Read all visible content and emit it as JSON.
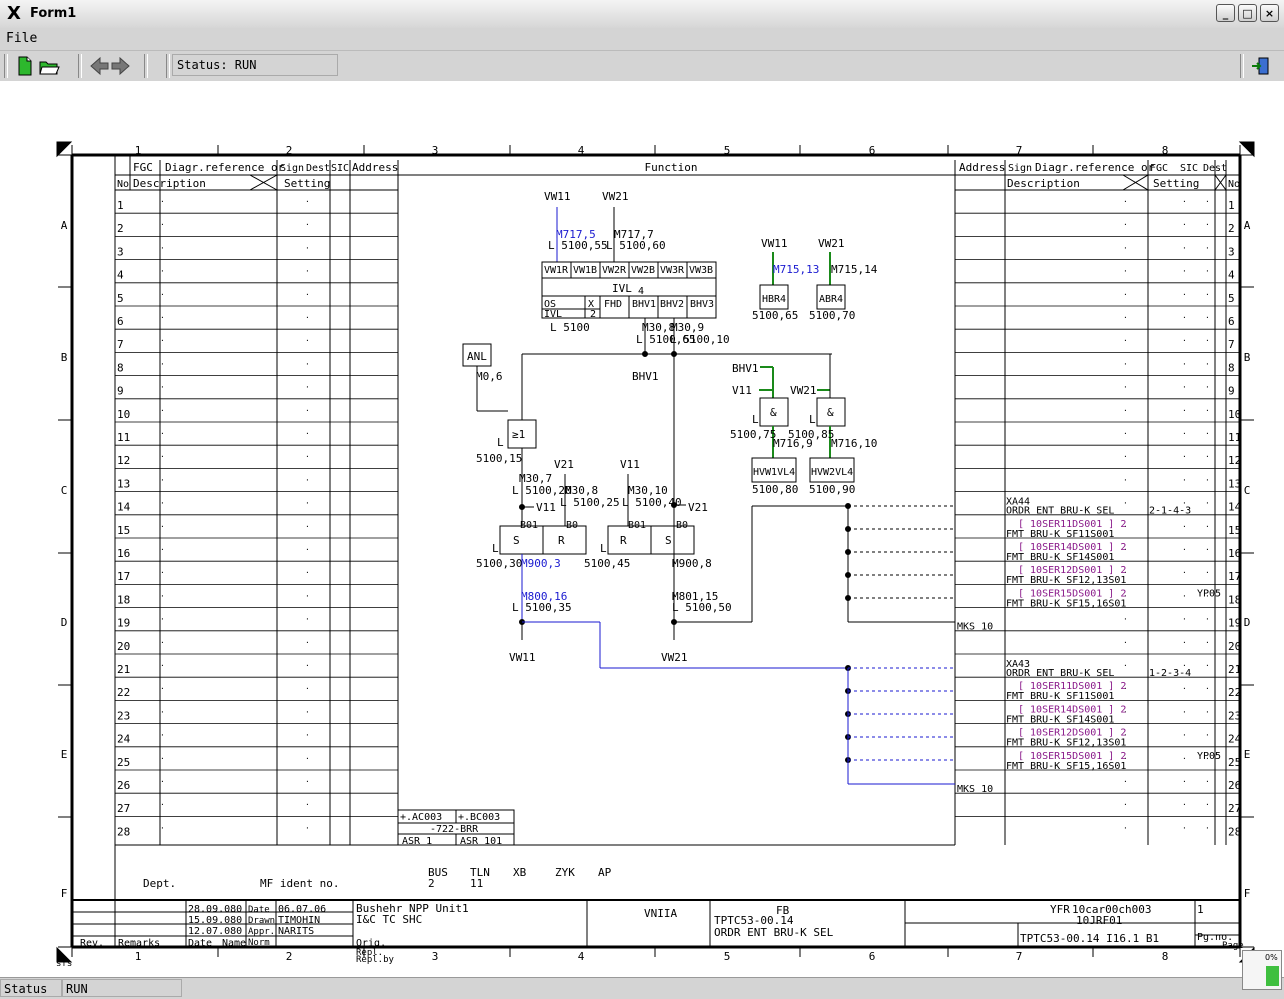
{
  "window": {
    "title": "Form1"
  },
  "menu": {
    "file_label": "File"
  },
  "toolbar": {
    "status_text": "Status: RUN"
  },
  "statusbar": {
    "label": "Status",
    "value": "RUN"
  },
  "progress": {
    "percent_label": "0%",
    "percent": 0
  },
  "sheet": {
    "columns": [
      "1",
      "2",
      "3",
      "4",
      "5",
      "6",
      "7",
      "8"
    ],
    "rows": [
      "A",
      "B",
      "C",
      "D",
      "E",
      "F"
    ],
    "left_header": {
      "fgc": "FGC",
      "diag": "Diagr.reference or",
      "sign": "Sign",
      "dest": "Dest",
      "sic": "SIC",
      "address": "Address",
      "no": "No",
      "description": "Description",
      "setting": "Setting"
    },
    "function_label": "Function",
    "right_header": {
      "address": "Address",
      "sign": "Sign",
      "diag": "Diagr.reference or",
      "fgc": "FGC",
      "sic": "SIC",
      "dest": "Dest",
      "description": "Description",
      "setting": "Setting",
      "no": "No"
    },
    "line_numbers": [
      "1",
      "2",
      "3",
      "4",
      "5",
      "6",
      "7",
      "8",
      "9",
      "10",
      "11",
      "12",
      "13",
      "14",
      "15",
      "16",
      "17",
      "18",
      "19",
      "20",
      "21",
      "22",
      "23",
      "24",
      "25",
      "26",
      "27",
      "28"
    ],
    "right_entries": [
      {
        "row": 14,
        "sign": "XA44",
        "desc": "ORDR ENT BRU-K SEL",
        "setting": "2-1-4-3"
      },
      {
        "row": 15,
        "ref": "[ 10SER11DS001 ]  2",
        "desc": "FMT BRU-K SF11S001"
      },
      {
        "row": 16,
        "ref": "[ 10SER14DS001 ]  2",
        "desc": "FMT BRU-K SF14S001"
      },
      {
        "row": 17,
        "ref": "[ 10SER12DS001 ]  2",
        "desc": "FMT BRU-K SF12,13S01"
      },
      {
        "row": 18,
        "ref": "[ 10SER15DS001 ]  2",
        "desc": "FMT BRU-K SF15,16S01",
        "dest": "YP05"
      },
      {
        "row": 19,
        "address": "MKS 10"
      },
      {
        "row": 21,
        "sign": "XA43",
        "desc": "ORDR ENT BRU-K SEL",
        "setting": "1-2-3-4"
      },
      {
        "row": 22,
        "ref": "[ 10SER11DS001 ]  2",
        "desc": "FMT BRU-K SF11S001"
      },
      {
        "row": 23,
        "ref": "[ 10SER14DS001 ]  2",
        "desc": "FMT BRU-K SF14S001"
      },
      {
        "row": 24,
        "ref": "[ 10SER12DS001 ]  2",
        "desc": "FMT BRU-K SF12,13S01"
      },
      {
        "row": 25,
        "ref": "[ 10SER15DS001 ]  2",
        "desc": "FMT BRU-K SF15,16S01",
        "dest": "YP05"
      },
      {
        "row": 26,
        "address": "MKS 10"
      }
    ],
    "diagram": {
      "vw11": "VW11",
      "vw21": "VW21",
      "m717_5": "M717,5",
      "m717_7": "M717,7",
      "l5100_55": "L 5100,55",
      "l5100_60": "L 5100,60",
      "ivl_inputs": [
        "VW1R",
        "VW1B",
        "VW2R",
        "VW2B",
        "VW3R",
        "VW3B"
      ],
      "ivl_name": "IVL",
      "ivl_4": "4",
      "ivl_outputs": [
        "OS",
        "X",
        "FHD",
        "BHV1",
        "BHV2",
        "BHV3"
      ],
      "ivl_sub": "IVL",
      "ivl_2": "2",
      "l5100": "L 5100",
      "m30_8": "M30,8",
      "m30_9": "M30,9",
      "l5100_65": "L 5100,65",
      "l5100_10": "L 5100,10",
      "bhv1": "BHV1",
      "anl": "ANL",
      "m0_6": "M0,6",
      "or_sym": "≥1",
      "l": "L",
      "l5100_15": "5100,15",
      "v21": "V21",
      "v11": "V11",
      "m30_7": "M30,7",
      "l5100_20": "L 5100,20",
      "m30_8b": "M30,8",
      "l5100_25": "L 5100,25",
      "m30_10": "M30,10",
      "l5100_40": "L 5100,40",
      "b01": "B01",
      "b0": "B0",
      "s": "S",
      "r": "R",
      "l5100_30": "5100,30",
      "m900_3": "M900,3",
      "l5100_45": "5100,45",
      "m900_8": "M900,8",
      "m800_16": "M800,16",
      "l5100_35": "L 5100,35",
      "m801_15": "M801,15",
      "l5100_50": "L 5100,50",
      "m715_13": "M715,13",
      "m715_14": "M715,14",
      "hbr4": "HBR4",
      "abr4": "ABR4",
      "v5100_65": "5100,65",
      "v5100_70": "5100,70",
      "and": "&",
      "v5100_75": "5100,75",
      "v5100_85": "5100,85",
      "m716_9": "M716,9",
      "m716_10": "M716,10",
      "hvw1": "HVW1VL4",
      "hvw2": "HVW2VL4",
      "v5100_80": "5100,80",
      "v5100_90": "5100,90"
    },
    "addr_box": {
      "ac": "+.AC003",
      "bc": "+.BC003",
      "mid": "-722-BRR",
      "asr1": "ASR  1",
      "asr101": "ASR 101"
    },
    "footer_codes": {
      "bus": "BUS",
      "tln": "TLN",
      "xb": "XB",
      "zyk": "ZYK",
      "ap": "AP",
      "bus_v": "2",
      "tln_v": "11"
    },
    "dept": "Dept.",
    "mf": "MF ident no.",
    "title_block": {
      "dates": [
        "28.09.080",
        "15.09.080",
        "12.07.080"
      ],
      "labels": [
        "Date",
        "Drawn",
        "Appr.",
        "Norm"
      ],
      "values": [
        "06.07.06",
        "TIMOHIN",
        "NARITS"
      ],
      "rev": "Rev.",
      "remarks": "Remarks",
      "date": "Date",
      "name": "Name",
      "project1": "Bushehr NPP Unit1",
      "project2": "I&C TC SHC",
      "orig": "Orig.",
      "repl": "Repl.",
      "repl2": "Repl.by",
      "org": "VNIIA",
      "fb": "FB",
      "doc": "TPTC53-00.14",
      "desc": "ORDR ENT BRU-K SEL",
      "yfr": "YFR",
      "code": "10car00ch003",
      "kks": "10JRF01",
      "one": "1",
      "ref": "TPTC53-00.14 I16.1 B1",
      "pgno": "Pg.no.",
      "page": "Page",
      "sfs": "sfs"
    }
  },
  "colors": {
    "blue": "#1a1ad0",
    "green": "#1a8a1a",
    "purple": "#8a1a8a",
    "black": "#000000"
  }
}
